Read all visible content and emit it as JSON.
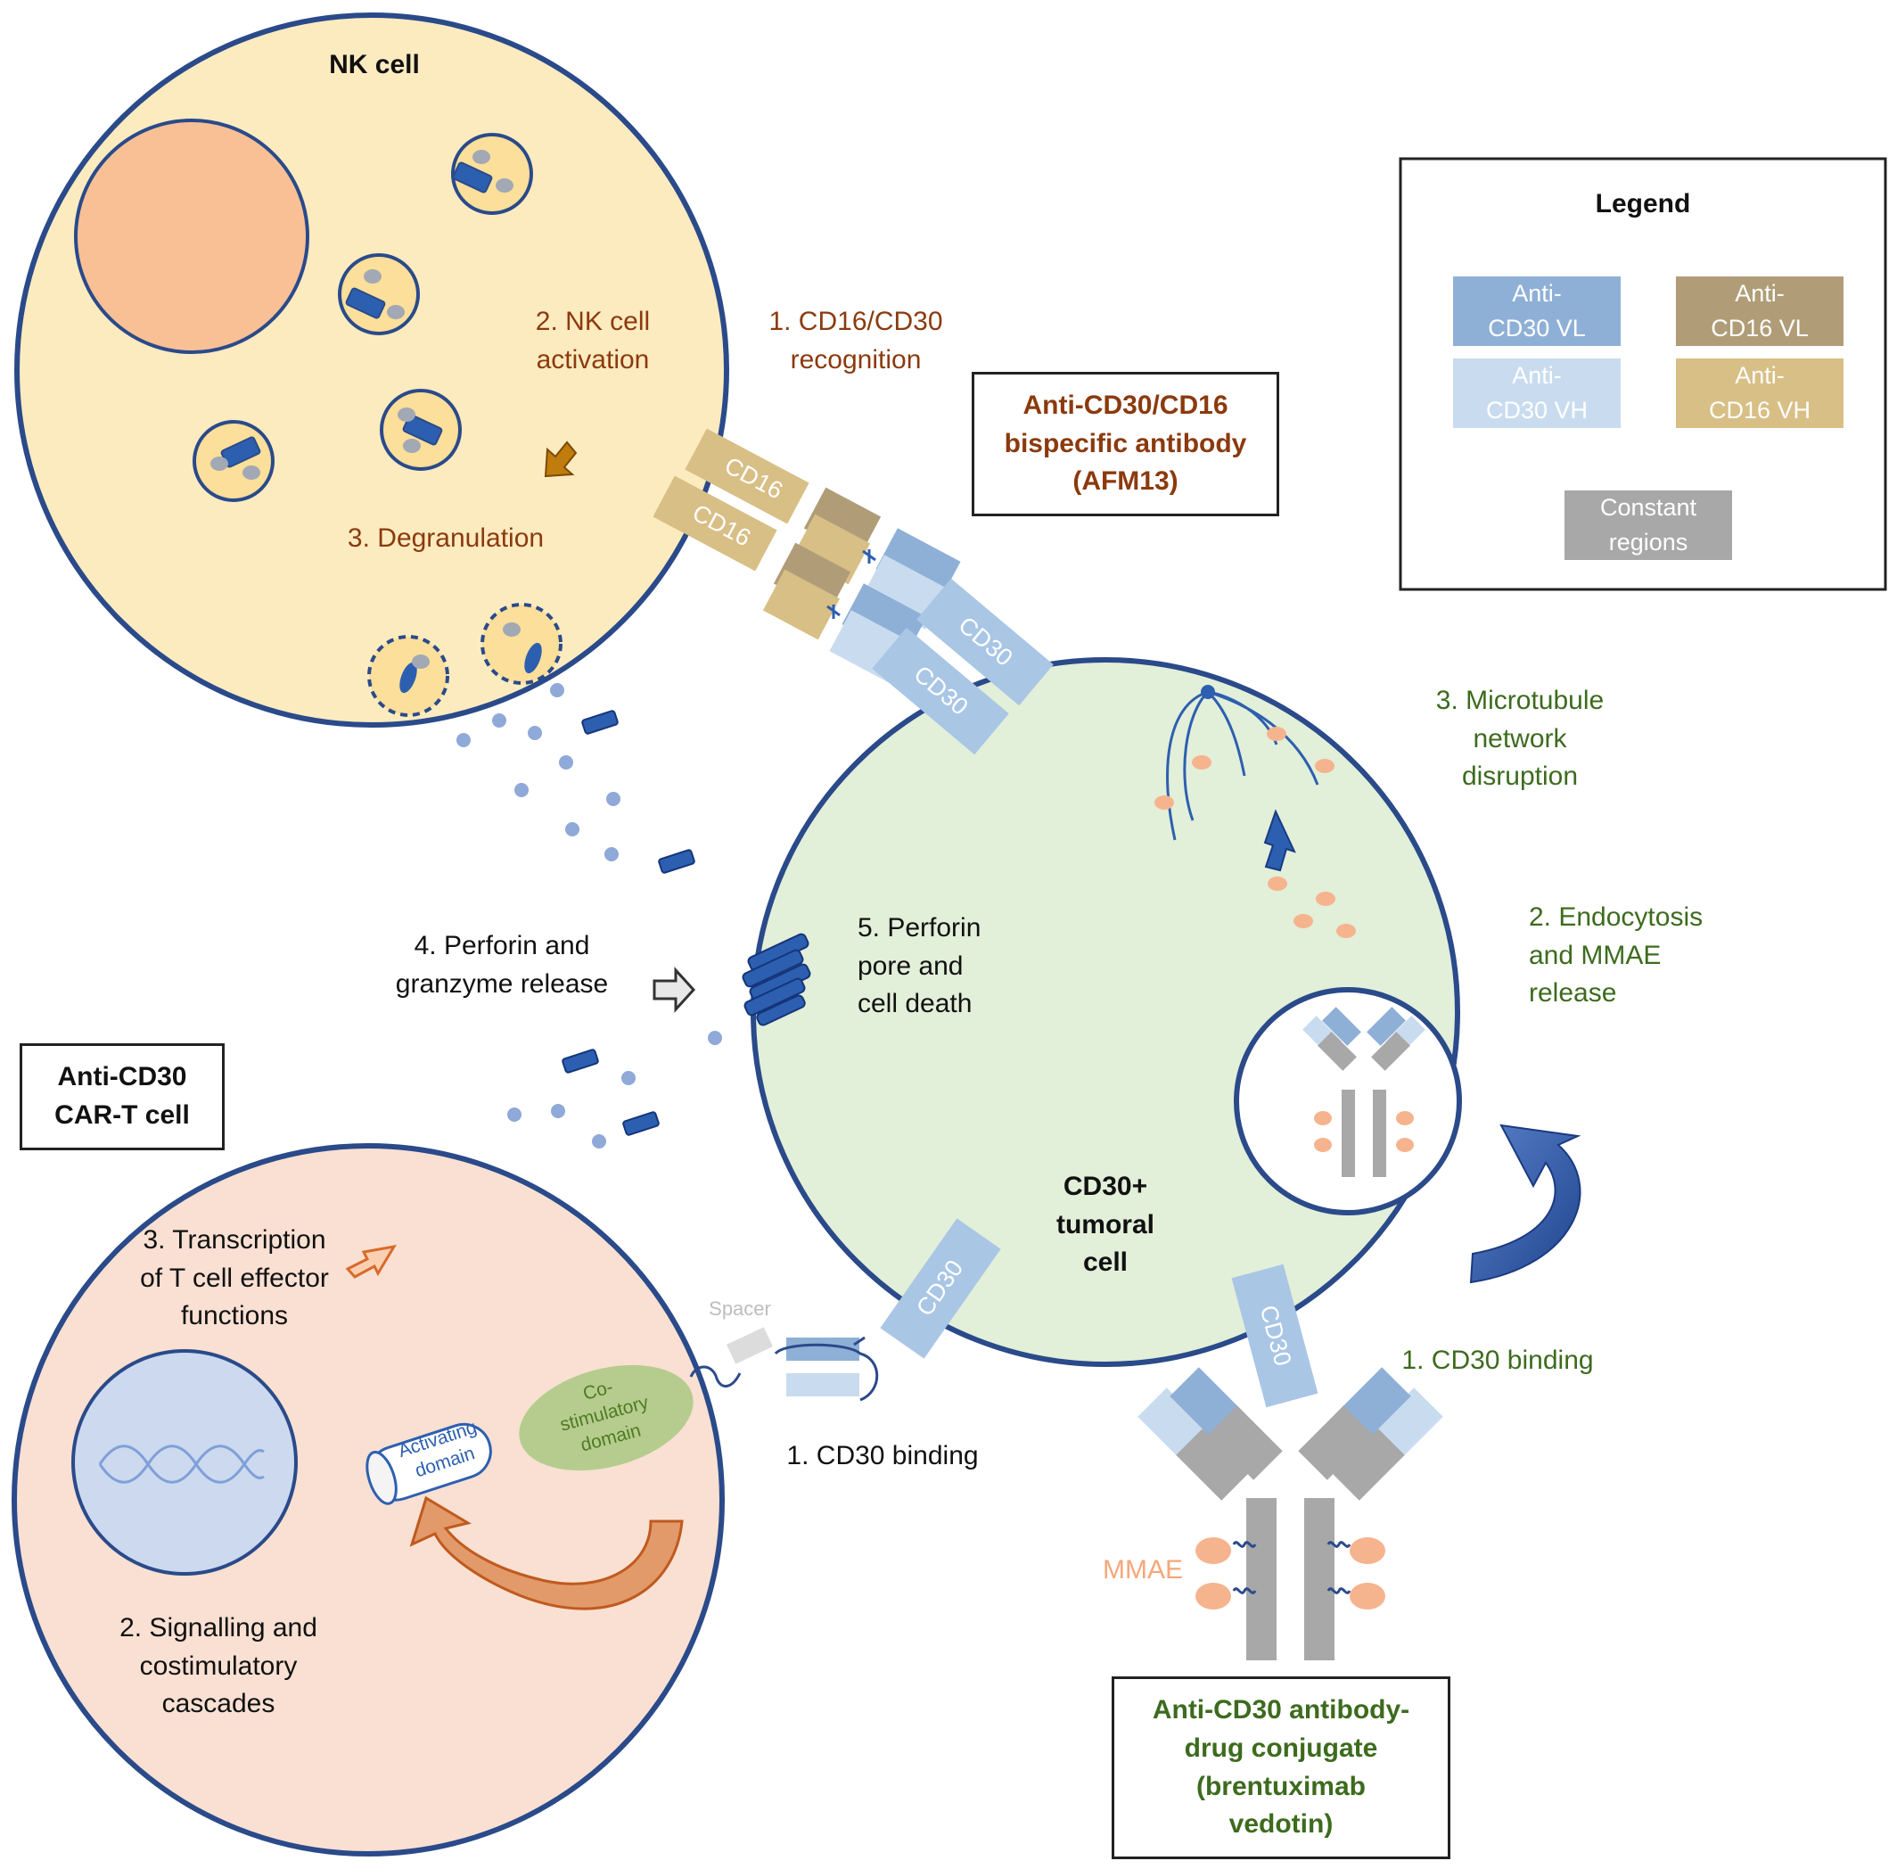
{
  "nk_cell": {
    "title": "NK cell",
    "step1": "1. CD16/CD30\nrecognition",
    "step2": "2. NK cell\nactivation",
    "step3": "3. Degranulation",
    "step4": "4. Perforin and\ngranzyme release",
    "step5": "5. Perforin\npore and\ncell death"
  },
  "bispecific": {
    "title": "Anti-CD30/CD16\nbispecific antibody\n(AFM13)"
  },
  "tumor_cell": {
    "title": "CD30+\ntumoral\ncell",
    "adc_step1": "1. CD30 binding",
    "adc_step2": "2. Endocytosis\nand MMAE\nrelease",
    "adc_step3": "3. Microtubule\nnetwork\ndisruption"
  },
  "car_t": {
    "title": "Anti-CD30\nCAR-T cell",
    "step1": "1. CD30 binding",
    "step2": "2. Signalling and\ncostimulatory\ncascades",
    "step3": "3. Transcription\nof T cell effector\nfunctions",
    "spacer": "Spacer",
    "activating": "Activating\ndomain",
    "costim": "Co-\nstimulatory\ndomain"
  },
  "adc": {
    "title": "Anti-CD30 antibody-\ndrug conjugate\n(brentuximab\nvedotin)",
    "payload": "MMAE"
  },
  "receptors": {
    "cd16": "CD16",
    "cd30": "CD30"
  },
  "legend": {
    "title": "Legend",
    "items": [
      "Anti-\nCD30 VL",
      "Anti-\nCD16 VL",
      "Anti-\nCD30 VH",
      "Anti-\nCD16 VH",
      "Constant\nregions"
    ]
  },
  "colors": {
    "cd30_vl": "#8fb0d6",
    "cd30_vh": "#c9dcef",
    "cd16_vl": "#b09d78",
    "cd16_vh": "#d8bf86",
    "constant": "#a8a8a8",
    "cell_border": "#2a4a8a",
    "nk_fill": "#fdebc0",
    "tumor_fill": "#e2efd9",
    "cart_fill": "#f9e0d2"
  }
}
